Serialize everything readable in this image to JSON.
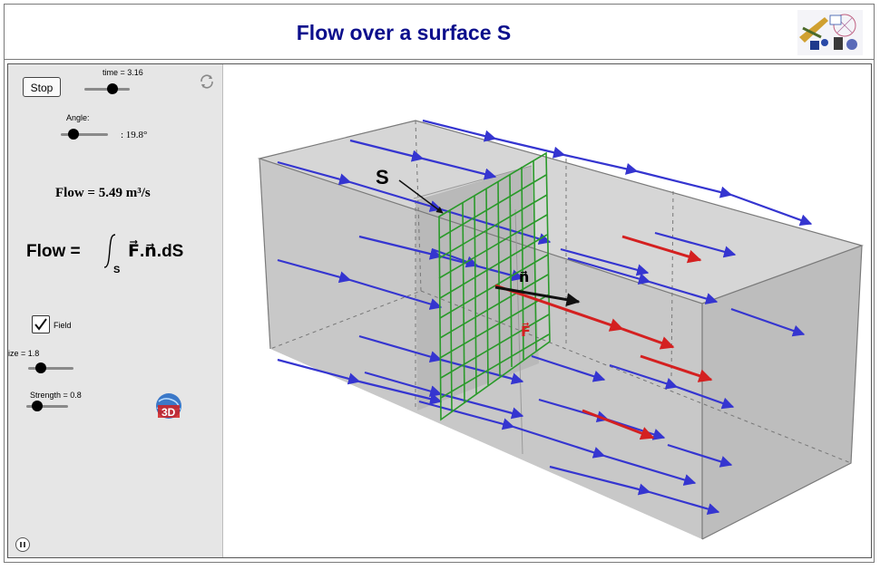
{
  "header": {
    "title": "Flow over a surface S"
  },
  "controls": {
    "stop_label": "Stop",
    "time_label": "time = 3.16",
    "angle_label": "Angle:",
    "angle_value": ": 19.8°",
    "flow_value": "Flow = 5.49 m³/s",
    "formula_lhs": "Flow =",
    "formula_rhs": "F⃗.n⃗.dS",
    "formula_sub": "S",
    "field_label": "Field",
    "size_label": "ize = 1.8",
    "strength_label": "Strength = 0.8",
    "field_checked": true
  },
  "view": {
    "surface_label": "S",
    "normal_label": "n⃗",
    "force_label": "F⃗"
  },
  "colors": {
    "title": "#0c0f8c",
    "field_arrows": "#3535d0",
    "force": "#d42020",
    "grid": "#2a9a2a"
  }
}
